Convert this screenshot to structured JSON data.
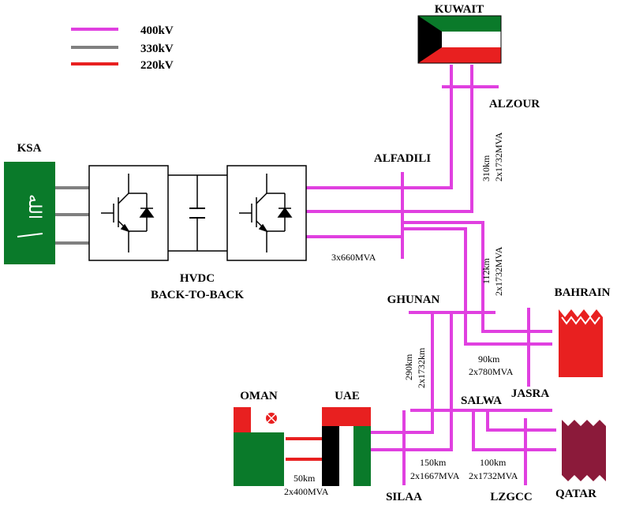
{
  "legend": {
    "items": [
      {
        "label": "400kV",
        "color": "#E040E0"
      },
      {
        "label": "330kV",
        "color": "#808080"
      },
      {
        "label": "220kV",
        "color": "#E82020"
      }
    ]
  },
  "countries": {
    "kuwait": "KUWAIT",
    "ksa": "KSA",
    "bahrain": "BAHRAIN",
    "oman": "OMAN",
    "uae": "UAE",
    "qatar": "QATAR"
  },
  "ksa_flag_script": "الله",
  "nodes": {
    "alzour": "ALZOUR",
    "alfadili": "ALFADILI",
    "ghunan": "GHUNAN",
    "salwa": "SALWA",
    "jasra": "JASRA",
    "silaa": "SILAA",
    "lzgcc": "LZGCC"
  },
  "hvdc": {
    "line1": "HVDC",
    "line2": "BACK-TO-BACK"
  },
  "lines": {
    "hvdc_rating": "3x660MVA",
    "kuwait_len": "310km",
    "kuwait_rating": "2x1732MVA",
    "fadili_ghunan_len": "112km",
    "fadili_ghunan_rating": "2x1732MVA",
    "ghunan_salwa_len": "290km",
    "ghunan_salwa_rating": "2x1732km",
    "bahrain_len": "90km",
    "bahrain_rating": "2x780MVA",
    "silaa_len": "150km",
    "silaa_rating": "2x1667MVA",
    "qatar_len": "100km",
    "qatar_rating": "2x1732MVA",
    "oman_len": "50km",
    "oman_rating": "2x400MVA"
  },
  "colors": {
    "kv400": "#E040E0",
    "kv330": "#808080",
    "kv220": "#E82020",
    "green": "#0A7A2A",
    "red": "#E82020",
    "maroon": "#8B1A3A"
  }
}
